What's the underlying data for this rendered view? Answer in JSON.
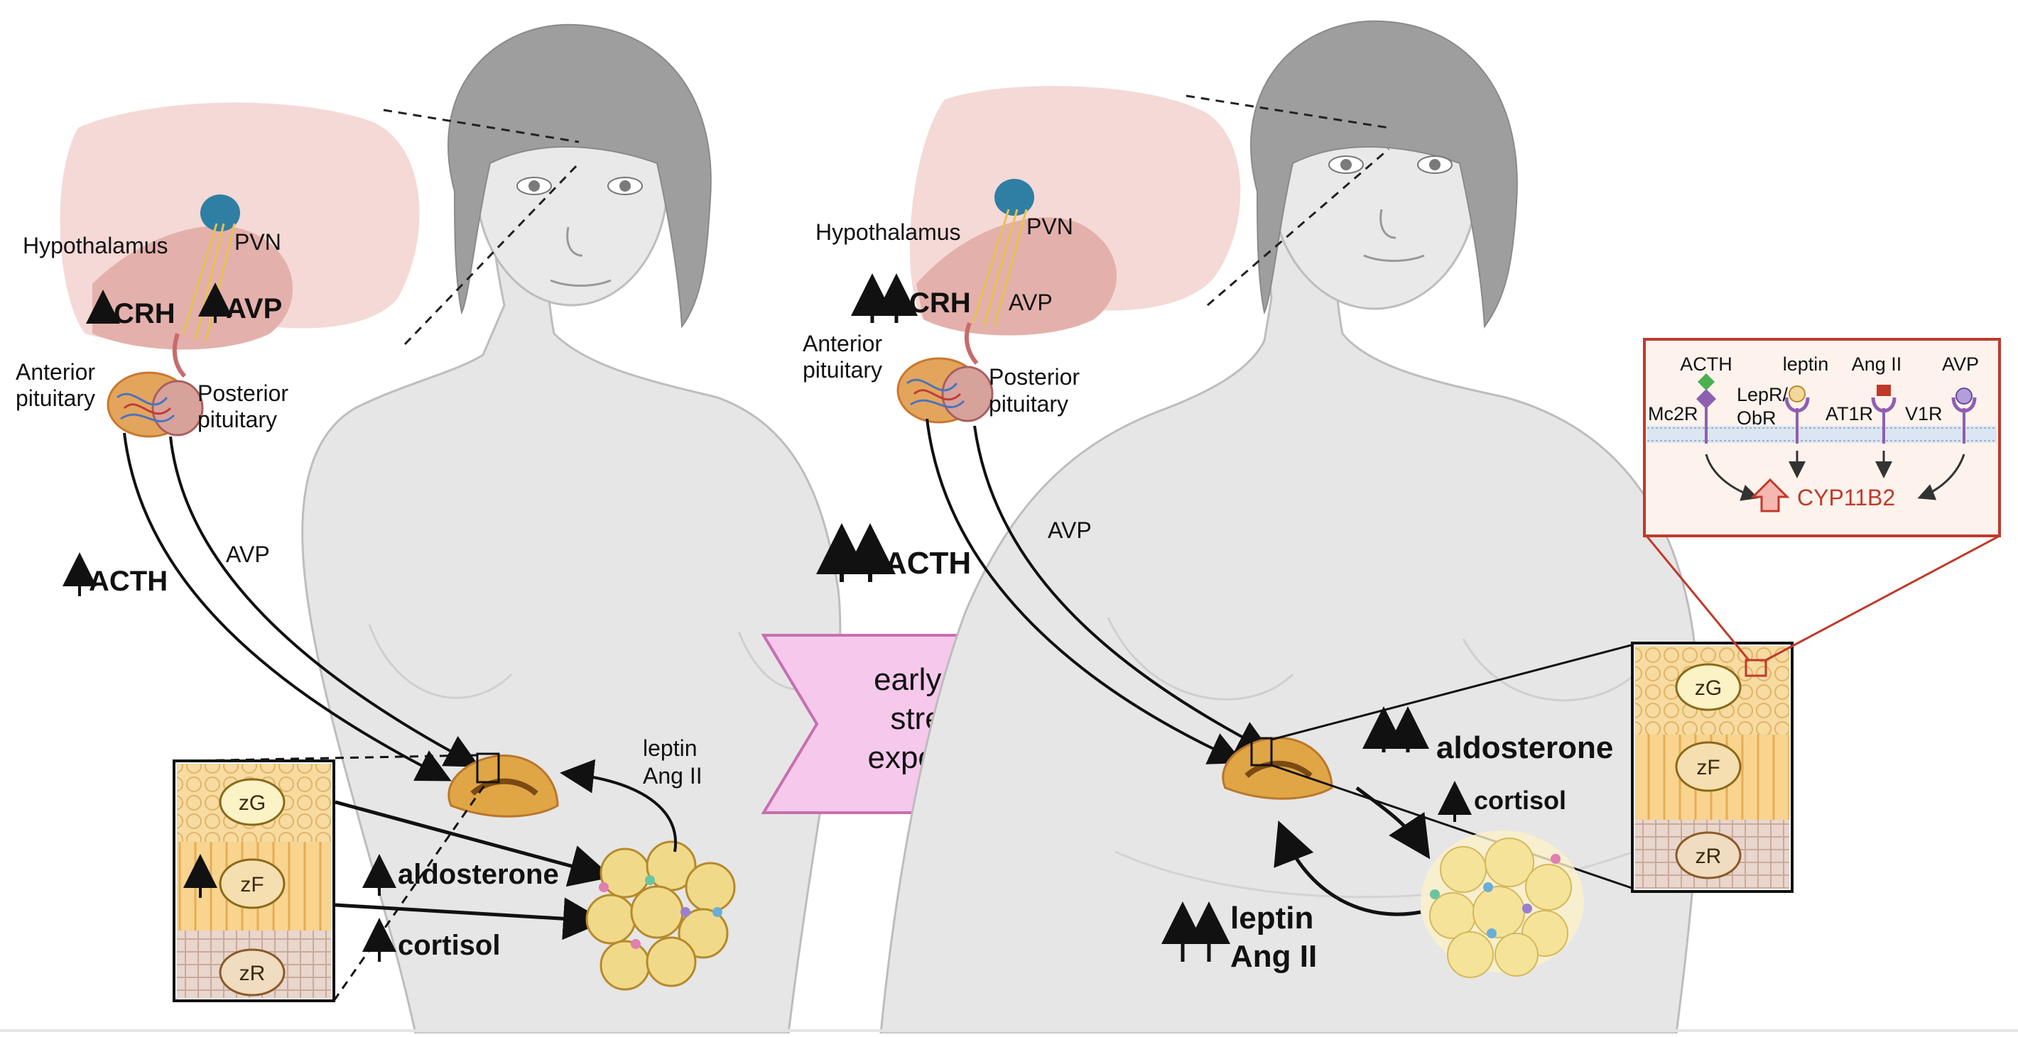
{
  "left_panel": {
    "hypothalamus": "Hypothalamus",
    "pvn": "PVN",
    "crh": "CRH",
    "avp_top": "AVP",
    "anterior_pituitary": [
      "Anterior",
      "pituitary"
    ],
    "posterior_pituitary": [
      "Posterior",
      "pituitary"
    ],
    "acth": "ACTH",
    "avp_arrow": "AVP",
    "leptin": "leptin",
    "ang2": "Ang II",
    "aldosterone": "aldosterone",
    "cortisol": "cortisol",
    "zones": [
      "zG",
      "zF",
      "zR"
    ]
  },
  "center": {
    "stress_lines": [
      "early life",
      "stress",
      "exposure"
    ],
    "acth": "ACTH"
  },
  "right_panel": {
    "hypothalamus": "Hypothalamus",
    "pvn": "PVN",
    "crh": "CRH",
    "avp_top": "AVP",
    "anterior_pituitary": [
      "Anterior",
      "pituitary"
    ],
    "posterior_pituitary": [
      "Posterior",
      "pituitary"
    ],
    "avp_arrow": "AVP",
    "aldosterone": "aldosterone",
    "cortisol": "cortisol",
    "leptin": "leptin",
    "ang2": "Ang II",
    "zones": [
      "zG",
      "zF",
      "zR"
    ]
  },
  "inset": {
    "ligands": [
      "ACTH",
      "leptin",
      "Ang II",
      "AVP"
    ],
    "receptors": [
      "Mc2R",
      "LepR/",
      "ObR",
      "AT1R",
      "V1R"
    ],
    "product": "CYP11B2"
  },
  "colors": {
    "body_fill": "#e6e6e6",
    "body_stroke": "#b9b9b9",
    "hair": "#9b9b9b",
    "brain": "#e9b7b3",
    "pvn": "#2f7ea3",
    "adrenal": "#e0a545",
    "fat": "#f0da8a",
    "stress_shape": "#f6c9ec",
    "stress_stroke": "#c76fb0",
    "inset_border": "#c0392b",
    "cyp": "#c0392b"
  }
}
